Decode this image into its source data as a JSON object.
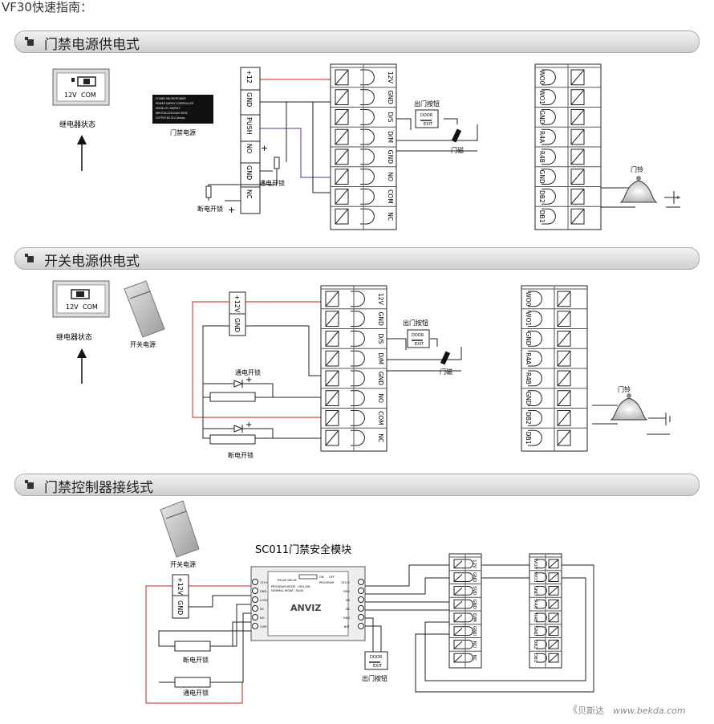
{
  "page_title": "VF30快速指南：",
  "sections": [
    {
      "title": "门禁电源供电式"
    },
    {
      "title": "开关电源供电式"
    },
    {
      "title": "门禁控制器接线式"
    }
  ],
  "relay": {
    "pin_12v": "12V",
    "pin_com": "COM",
    "status_label": "继电器状态"
  },
  "access_power": {
    "label": "门禁电源",
    "nameplate": [
      "FCARD MICROPOWER",
      "POWER SUPPLY CONTROLLER",
      "MODEL:FC-SK/POLT",
      "INPUT:AC220/240V 50HZ",
      "OUTPUT:DC12V,3Amps"
    ],
    "terminals": [
      "+12",
      "GND",
      "PUSH",
      "NO",
      "GND",
      "NC"
    ]
  },
  "switch_power": {
    "label": "开关电源",
    "terminals": [
      "+12V",
      "GND"
    ]
  },
  "lock_labels": {
    "power_on": "通电开锁",
    "power_off": "断电开锁"
  },
  "exit_button": {
    "label": "出门按钮",
    "door": "DOOR",
    "exit": "EXIT"
  },
  "door_sensor": {
    "label": "门磁"
  },
  "bell": {
    "label": "门铃"
  },
  "terminal_left": [
    "12V",
    "GND",
    "D/S",
    "D/M",
    "GND",
    "NO",
    "COM",
    "NC"
  ],
  "terminal_right": [
    "WO0",
    "WO1",
    "GND",
    "R4A",
    "R4B",
    "GND",
    "DB2",
    "DB1"
  ],
  "terminal_left_s2": [
    "12V",
    "GND",
    "D/S",
    "D/M",
    "GND",
    "NO",
    "COM",
    "NC"
  ],
  "terminal_right_s2": [
    "WO0",
    "WO1",
    "GND",
    "R4A",
    "R4B",
    "GND",
    "DB2",
    "DB1"
  ],
  "sc011": {
    "title": "SC011门禁安全模块",
    "brand": "ANVIZ",
    "left_pins": [
      "12V+",
      "GND",
      "LOCK",
      "NC",
      "NO",
      "COM"
    ],
    "right_pins": [
      "12V-O",
      "GND",
      "D0",
      "D1",
      "GND",
      "BUT"
    ],
    "top_text": [
      "RELAY DELAY",
      "PROGRAM MODE : YELLOW",
      "NORMAL MODE : BLUE",
      "ON",
      "OFF",
      "PROGRAM"
    ]
  },
  "s3_terminal_left": [
    "12V",
    "GND",
    "SVD",
    "GND",
    "D/M",
    "GND",
    "NO",
    "NC"
  ],
  "s3_terminal_right": [
    "WO0",
    "WO1",
    "GND",
    "R4A",
    "R4B",
    "GND",
    "DB2",
    "DB1"
  ],
  "watermark": {
    "brand": "贝斯达",
    "url": "www.bekda.com"
  },
  "colors": {
    "red": "#d21e1e",
    "purple": "#5a2d9a",
    "wire": "#222222",
    "banner": "#d6d6d6"
  }
}
